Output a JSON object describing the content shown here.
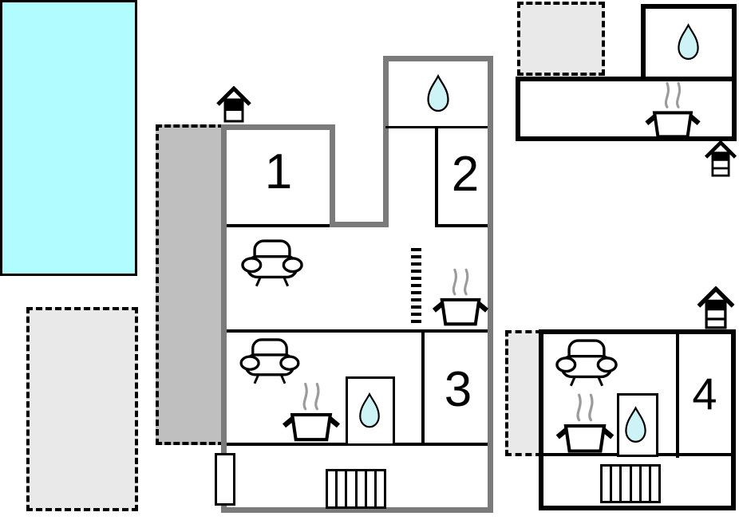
{
  "diagram": {
    "type": "holiday-home-floor-plan",
    "rooms": {
      "room1": "1",
      "room2": "2",
      "room3": "3",
      "room4": "4"
    },
    "icons": {
      "water": "water-drop",
      "kitchen": "cooking-pot-with-steam",
      "lounge": "sofa",
      "chimney": "chimney-house",
      "stairs": "stairs",
      "heater": "radiator",
      "entrance": "door"
    },
    "areas": {
      "pool": "swimming-pool",
      "terraces": [
        "dashed-terrace-bottom-left",
        "covered-terrace-strip",
        "dashed-terrace-top-right",
        "dashed-terrace-right"
      ]
    },
    "colors": {
      "pool": "#b0fcff",
      "terrace_light": "#e9e9e9",
      "terrace_covered": "#bfbfbf",
      "wall_gray": "#7b7b7b",
      "wall_black": "#000000",
      "drop_fill": "#cdf3f6",
      "steam": "#9b9b9b"
    }
  }
}
